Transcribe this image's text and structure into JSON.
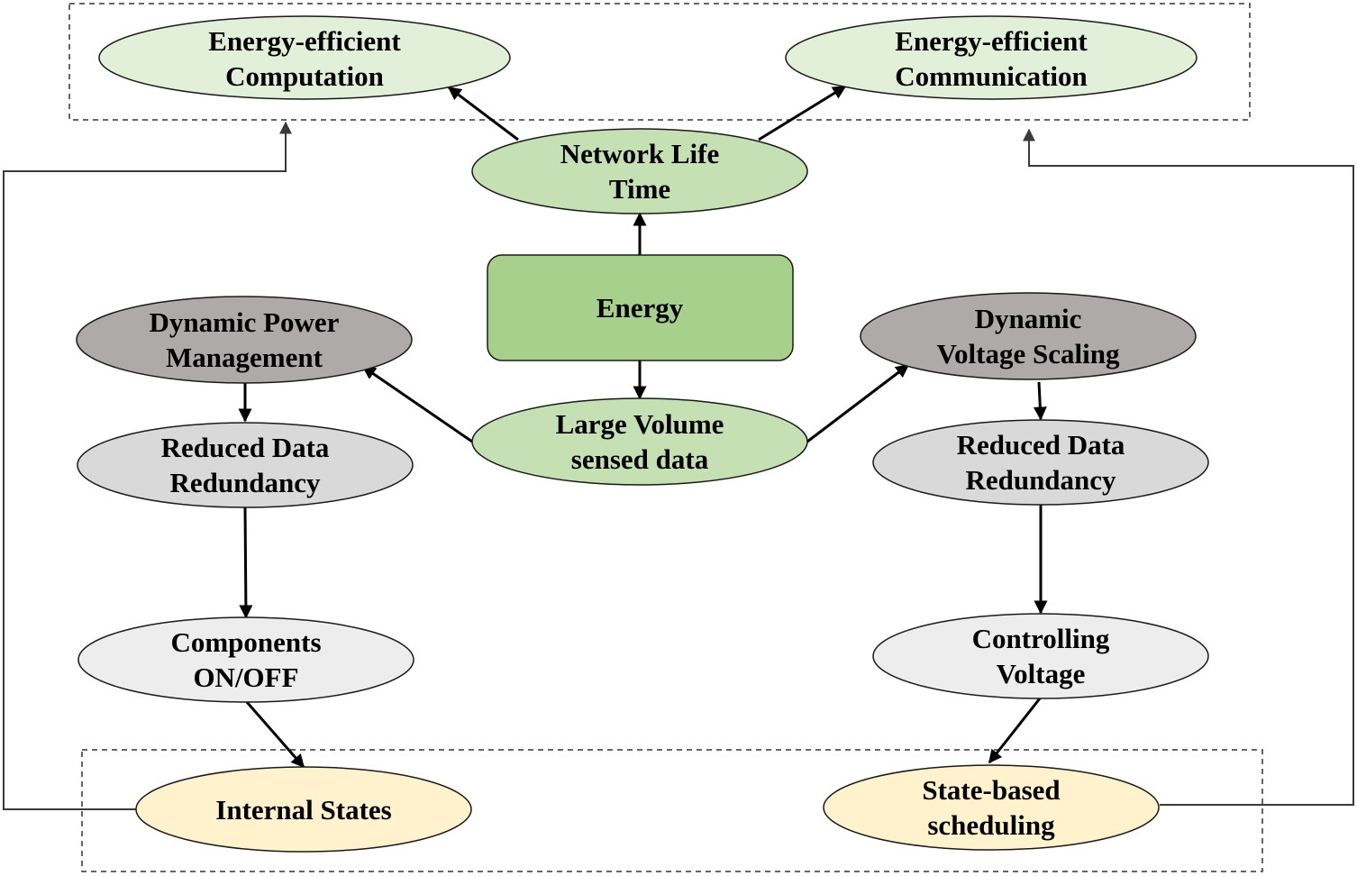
{
  "colors": {
    "light_green": "#e2efd9",
    "mid_green": "#c5e0b3",
    "dark_green": "#a8d08d",
    "dark_grey": "#aeaaaa",
    "light_grey": "#d9d9d9",
    "lighter_grey": "#ededed",
    "cream": "#fff2cc"
  },
  "nodes": {
    "energy_efficient_computation": {
      "line1": "Energy-efficient",
      "line2": "Computation",
      "color": "#e2efd9"
    },
    "energy_efficient_communication": {
      "line1": "Energy-efficient",
      "line2": "Communication",
      "color": "#e2efd9"
    },
    "network_life_time": {
      "line1": "Network Life",
      "line2": "Time",
      "color": "#c5e0b3"
    },
    "energy": {
      "label": "Energy",
      "color": "#a8d08d"
    },
    "dynamic_power_management": {
      "line1": "Dynamic Power",
      "line2": "Management",
      "color": "#aeaaaa"
    },
    "dynamic_voltage_scaling": {
      "line1": "Dynamic",
      "line2": "Voltage Scaling",
      "color": "#aeaaaa"
    },
    "large_volume_sensed_data": {
      "line1": "Large Volume",
      "line2": "sensed data",
      "color": "#c5e0b3"
    },
    "reduced_data_redundancy_left": {
      "line1": "Reduced Data",
      "line2": "Redundancy",
      "color": "#d9d9d9"
    },
    "reduced_data_redundancy_right": {
      "line1": "Reduced Data",
      "line2": "Redundancy",
      "color": "#d9d9d9"
    },
    "components_on_off": {
      "line1": "Components",
      "line2": "ON/OFF",
      "color": "#ededed"
    },
    "controlling_voltage": {
      "line1": "Controlling",
      "line2": "Voltage",
      "color": "#ededed"
    },
    "internal_states": {
      "label": "Internal States",
      "color": "#fff2cc"
    },
    "state_based_scheduling": {
      "line1": "State-based",
      "line2": "scheduling",
      "color": "#fff2cc"
    }
  }
}
